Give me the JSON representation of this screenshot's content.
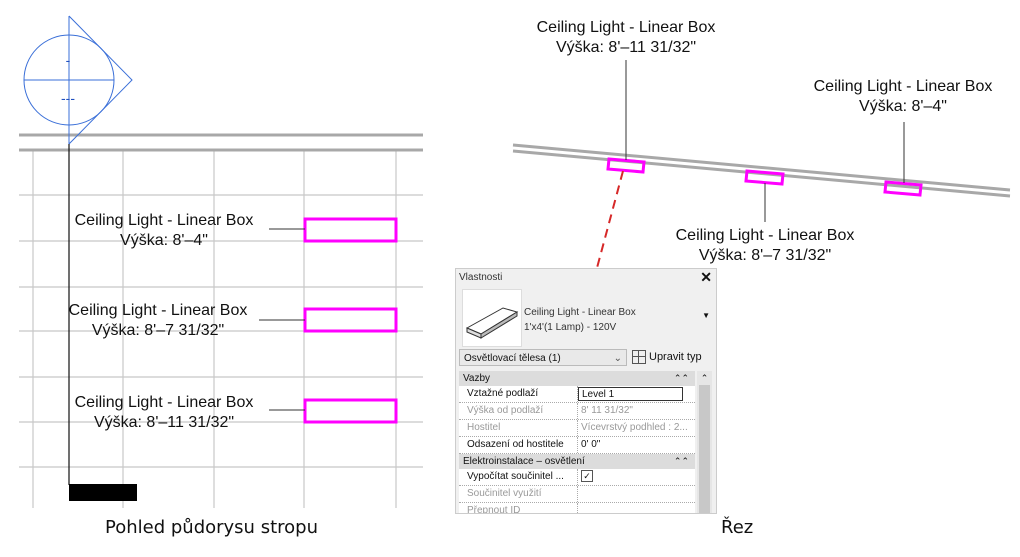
{
  "plan": {
    "caption": "Pohled půdorysu stropu",
    "tag_top": "-",
    "tag_bottom": "---",
    "labels": [
      {
        "name": "Ceiling Light - Linear Box",
        "height": "Výška: 8'–4\""
      },
      {
        "name": "Ceiling Light - Linear Box",
        "height": "Výška: 8'–7 31/32\""
      },
      {
        "name": "Ceiling Light - Linear Box",
        "height": "Výška: 8'–11 31/32\""
      }
    ]
  },
  "section": {
    "caption": "Řez",
    "labels": [
      {
        "name": "Ceiling Light - Linear Box",
        "height": "Výška: 8'–11 31/32\""
      },
      {
        "name": "Ceiling Light - Linear Box",
        "height": "Výška: 8'–7 31/32\""
      },
      {
        "name": "Ceiling Light - Linear Box",
        "height": "Výška: 8'–4\""
      }
    ]
  },
  "properties": {
    "title": "Vlastnosti",
    "close": "✕",
    "type_name": "Ceiling Light - Linear Box",
    "type_variant": "1'x4'(1 Lamp) - 120V",
    "selector": "Osvětlovací tělesa (1)",
    "edit_type": "Upravit typ",
    "sections": [
      {
        "title": "Vazby",
        "rows": [
          {
            "key": "Vztažné podlaží",
            "value": "Level 1"
          },
          {
            "key": "Výška od podlaží",
            "value": "8'  11 31/32\""
          },
          {
            "key": "Hostitel",
            "value": "Vícevrstvý podhled : 2..."
          },
          {
            "key": "Odsazení od hostitele",
            "value": "0'  0\""
          }
        ]
      },
      {
        "title": "Elektroinstalace – osvětlení",
        "rows": [
          {
            "key": "Vypočítat součinitel ...",
            "value": "✓"
          },
          {
            "key": "Součinitel využití",
            "value": ""
          },
          {
            "key": "Přepnout ID",
            "value": ""
          }
        ]
      }
    ]
  },
  "colors": {
    "highlight": "#ff00ff",
    "arrow": "#d62828",
    "tag": "#3a6fd8"
  }
}
